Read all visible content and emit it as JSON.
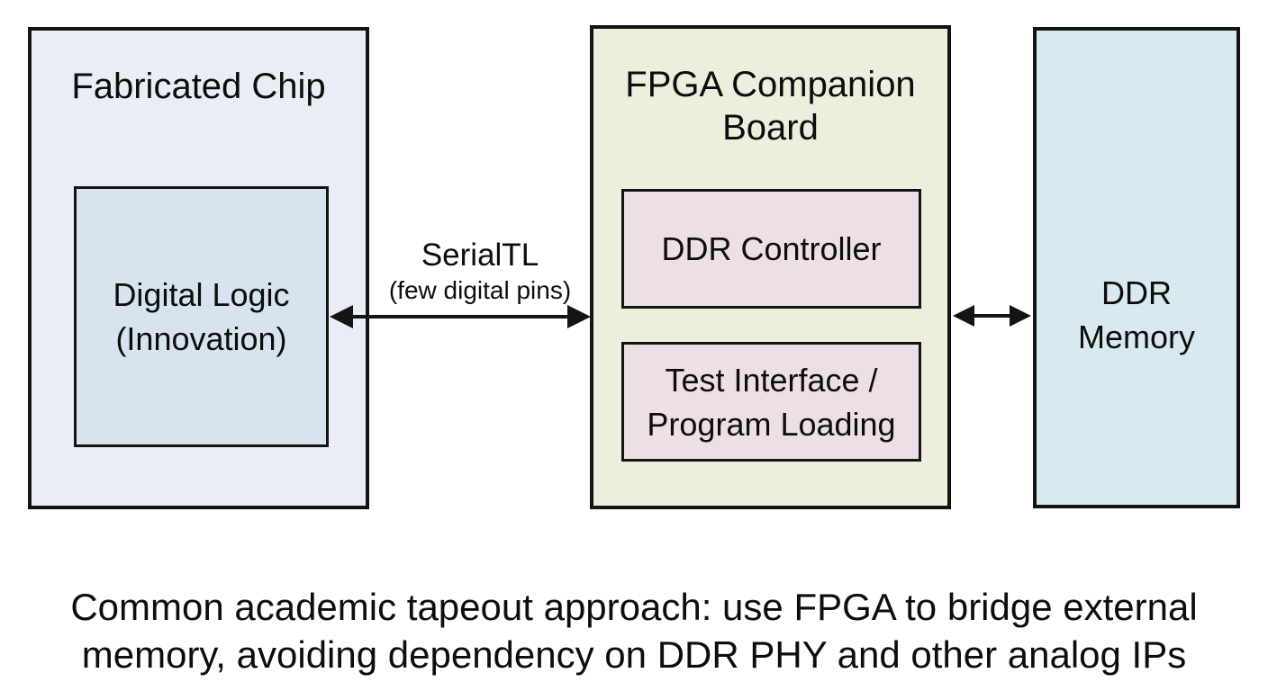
{
  "colors": {
    "background": "#ffffff",
    "border": "#141414",
    "text": "#0d0d0d",
    "chip_fill": "#e9edf5",
    "logic_fill": "#d7e3ee",
    "fpga_fill": "#eaf0db",
    "fpga_child_fill": "#ece0e6",
    "memory_fill": "#d9e9f0"
  },
  "boxes": {
    "fabricated_chip": {
      "title": "Fabricated Chip",
      "fill": "#e9edf5"
    },
    "digital_logic": {
      "lines": [
        "Digital Logic",
        "(Innovation)"
      ],
      "fill": "#d7e3ee"
    },
    "fpga_board": {
      "title_lines": [
        "FPGA Companion",
        "Board"
      ],
      "fill": "#eaf0db"
    },
    "ddr_controller": {
      "label": "DDR Controller",
      "fill": "#ece0e6"
    },
    "test_interface": {
      "lines": [
        "Test Interface /",
        "Program Loading"
      ],
      "fill": "#ece0e6"
    },
    "ddr_memory": {
      "lines": [
        "DDR",
        "Memory"
      ],
      "fill": "#d9e9f0"
    }
  },
  "connections": {
    "serialtl": {
      "label": "SerialTL",
      "sublabel": "(few digital pins)"
    }
  },
  "caption": {
    "lines": [
      "Common academic tapeout approach: use FPGA to bridge external",
      "memory, avoiding dependency on DDR PHY and other analog IPs"
    ]
  }
}
